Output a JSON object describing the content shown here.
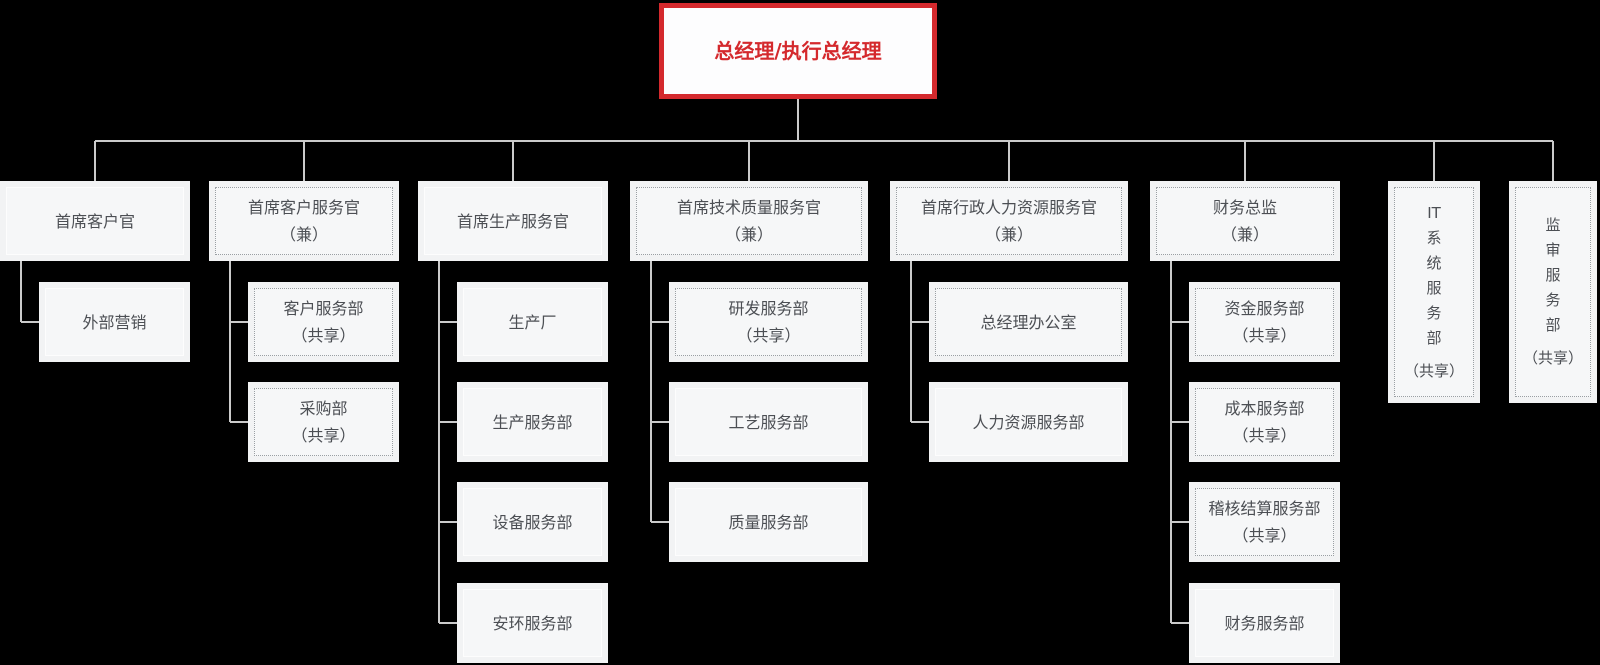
{
  "title_box": {
    "label": "总经理/执行总经理"
  },
  "columns": [
    {
      "title": "首席客户官",
      "subtitle": "",
      "border": "solid",
      "children": [
        {
          "label": "外部营销",
          "subtitle": "",
          "border": "solid"
        }
      ]
    },
    {
      "title": "首席客户服务官",
      "subtitle": "（兼）",
      "border": "dotted",
      "children": [
        {
          "label": "客户服务部",
          "subtitle": "（共享）",
          "border": "dotted"
        },
        {
          "label": "采购部",
          "subtitle": "（共享）",
          "border": "dotted"
        }
      ]
    },
    {
      "title": "首席生产服务官",
      "subtitle": "",
      "border": "solid",
      "children": [
        {
          "label": "生产厂",
          "subtitle": "",
          "border": "solid"
        },
        {
          "label": "生产服务部",
          "subtitle": "",
          "border": "solid"
        },
        {
          "label": "设备服务部",
          "subtitle": "",
          "border": "solid"
        },
        {
          "label": "安环服务部",
          "subtitle": "",
          "border": "solid"
        }
      ]
    },
    {
      "title": "首席技术质量服务官",
      "subtitle": "（兼）",
      "border": "dotted",
      "children": [
        {
          "label": "研发服务部",
          "subtitle": "（共享）",
          "border": "dotted"
        },
        {
          "label": "工艺服务部",
          "subtitle": "",
          "border": "solid"
        },
        {
          "label": "质量服务部",
          "subtitle": "",
          "border": "solid"
        }
      ]
    },
    {
      "title": "首席行政人力资源服务官",
      "subtitle": "（兼）",
      "border": "dotted",
      "children": [
        {
          "label": "总经理办公室",
          "subtitle": "",
          "border": "dotted"
        },
        {
          "label": "人力资源服务部",
          "subtitle": "",
          "border": "solid"
        }
      ]
    },
    {
      "title": "财务总监",
      "subtitle": "（兼）",
      "border": "dotted",
      "children": [
        {
          "label": "资金服务部",
          "subtitle": "（共享）",
          "border": "dotted"
        },
        {
          "label": "成本服务部",
          "subtitle": "（共享）",
          "border": "dotted"
        },
        {
          "label": "稽核结算服务部",
          "subtitle": "（共享）",
          "border": "dotted"
        },
        {
          "label": "财务服务部",
          "subtitle": "",
          "border": "solid"
        }
      ]
    }
  ],
  "side_boxes": [
    {
      "label": "IT系统服务部",
      "subtitle": "（共享）",
      "border": "dotted",
      "orientation": "vertical"
    },
    {
      "label": "监审服务部",
      "subtitle": "（共享）",
      "border": "dotted",
      "orientation": "vertical"
    }
  ],
  "colors": {
    "accent_red": "#d4292d",
    "box_bg": "#f2f3f4",
    "connector": "#cbcbcb",
    "text": "#4c4f54",
    "dotted_border": "#9a9fa3",
    "canvas_bg": "#000000"
  }
}
